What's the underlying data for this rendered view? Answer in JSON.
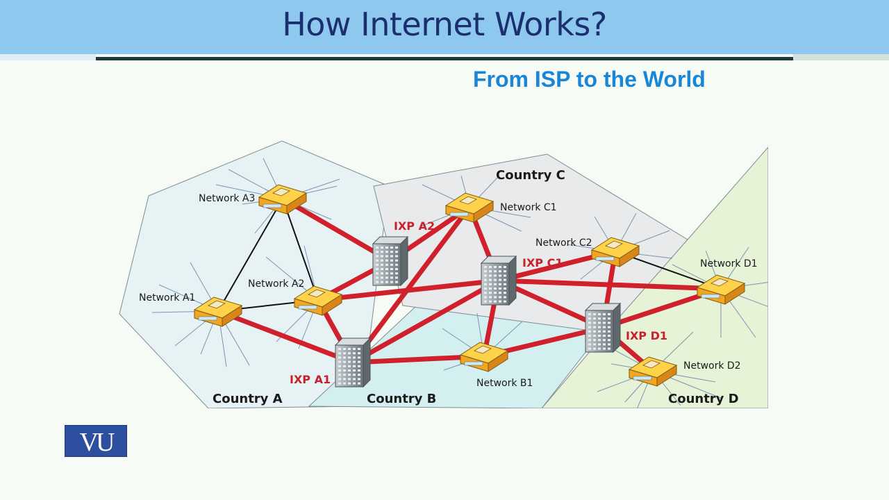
{
  "header": {
    "title": "How Internet Works?",
    "subtitle": "From ISP to the World"
  },
  "colors": {
    "title_bar": "#8ec8ee",
    "title_text": "#1b2e6e",
    "subtitle": "#1a86d8",
    "backbone_link": "#d0202c",
    "local_link": "#111111",
    "country_a_region": "#e6f2f3",
    "country_b_region": "#d3efef",
    "country_c_region": "#e8eaeb",
    "country_d_region": "#e6f3d6",
    "ixp_label": "#c8202c"
  },
  "diagram": {
    "countries": [
      {
        "id": "A",
        "label": "Country A"
      },
      {
        "id": "B",
        "label": "Country B"
      },
      {
        "id": "C",
        "label": "Country C"
      },
      {
        "id": "D",
        "label": "Country D"
      }
    ],
    "networks": [
      {
        "id": "A1",
        "label": "Network A1"
      },
      {
        "id": "A2",
        "label": "Network A2"
      },
      {
        "id": "A3",
        "label": "Network A3"
      },
      {
        "id": "B1",
        "label": "Network B1"
      },
      {
        "id": "C1",
        "label": "Network C1"
      },
      {
        "id": "C2",
        "label": "Network C2"
      },
      {
        "id": "D1",
        "label": "Network D1"
      },
      {
        "id": "D2",
        "label": "Network D2"
      }
    ],
    "ixps": [
      {
        "id": "IXPA1",
        "label": "IXP A1"
      },
      {
        "id": "IXPA2",
        "label": "IXP A2"
      },
      {
        "id": "IXPC1",
        "label": "IXP C1"
      },
      {
        "id": "IXPD1",
        "label": "IXP D1"
      }
    ],
    "backbone_links": [
      [
        "A3",
        "IXPA2"
      ],
      [
        "A2",
        "IXPA2"
      ],
      [
        "A2",
        "IXPA1"
      ],
      [
        "A2",
        "IXPC1"
      ],
      [
        "A1",
        "IXPA1"
      ],
      [
        "IXPA2",
        "C1"
      ],
      [
        "IXPA1",
        "C1"
      ],
      [
        "IXPA1",
        "IXPC1"
      ],
      [
        "IXPA1",
        "B1"
      ],
      [
        "IXPC1",
        "C1"
      ],
      [
        "IXPC1",
        "C2"
      ],
      [
        "IXPC1",
        "D1"
      ],
      [
        "IXPC1",
        "IXPD1"
      ],
      [
        "IXPC1",
        "B1"
      ],
      [
        "B1",
        "IXPD1"
      ],
      [
        "C2",
        "IXPD1"
      ],
      [
        "IXPD1",
        "D1"
      ],
      [
        "IXPD1",
        "D2"
      ]
    ],
    "local_links": [
      [
        "A1",
        "A3"
      ],
      [
        "A1",
        "A2"
      ],
      [
        "A2",
        "A3"
      ],
      [
        "C2",
        "D1"
      ]
    ]
  },
  "logo": {
    "text": "VU"
  }
}
